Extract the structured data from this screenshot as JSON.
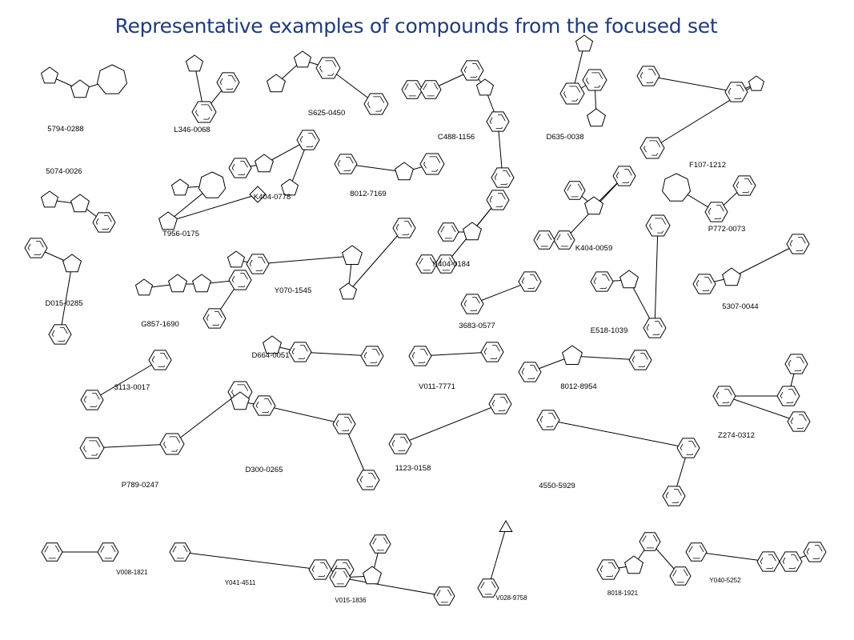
{
  "title": "Representative examples of compounds from the focused set",
  "colors": {
    "title": "#1f3b7a",
    "bonds": "#000000"
  },
  "compounds": [
    {
      "id": "5794-0288"
    },
    {
      "id": "L346-0068"
    },
    {
      "id": "S625-0450"
    },
    {
      "id": "C488-1156"
    },
    {
      "id": "D635-0038"
    },
    {
      "id": "F107-1212"
    },
    {
      "id": "5074-0026"
    },
    {
      "id": "K404-0778"
    },
    {
      "id": "8012-7169"
    },
    {
      "id": "T956-0175"
    },
    {
      "id": "K404-0184"
    },
    {
      "id": "K404-0059"
    },
    {
      "id": "P772-0073"
    },
    {
      "id": "D015-0285"
    },
    {
      "id": "G857-1690"
    },
    {
      "id": "Y070-1545"
    },
    {
      "id": "3683-0577"
    },
    {
      "id": "E518-1039"
    },
    {
      "id": "5307-0044"
    },
    {
      "id": "D664-0051"
    },
    {
      "id": "3113-0017"
    },
    {
      "id": "V011-7771"
    },
    {
      "id": "8012-8954"
    },
    {
      "id": "Z274-0312"
    },
    {
      "id": "P789-0247"
    },
    {
      "id": "D300-0265"
    },
    {
      "id": "1123-0158"
    },
    {
      "id": "4550-5929"
    },
    {
      "id": "V008-1821"
    },
    {
      "id": "Y041-4511"
    },
    {
      "id": "V015-1836"
    },
    {
      "id": "V028-9758"
    },
    {
      "id": "8018-1921"
    },
    {
      "id": "Y040-5252"
    }
  ]
}
